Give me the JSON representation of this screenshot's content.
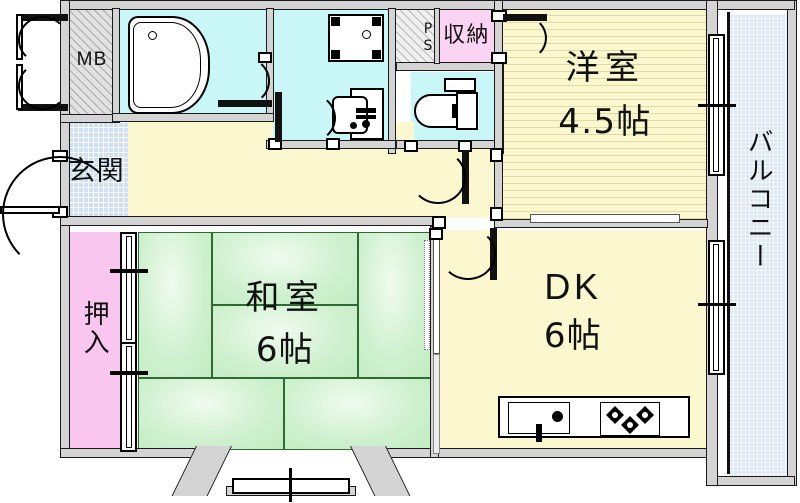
{
  "plan": {
    "type": "japanese-apartment-floor-plan",
    "layout_code": "2DK",
    "rooms": [
      {
        "key": "mb",
        "label": "MB",
        "kind": "meter-box"
      },
      {
        "key": "genkan",
        "label": "玄関",
        "kind": "entrance"
      },
      {
        "key": "bath",
        "label": "",
        "kind": "bathroom"
      },
      {
        "key": "washroom",
        "label": "",
        "kind": "washroom"
      },
      {
        "key": "toilet",
        "label": "",
        "kind": "toilet"
      },
      {
        "key": "ps",
        "label": "PS",
        "kind": "pipe-shaft"
      },
      {
        "key": "storage",
        "label": "収納",
        "kind": "closet"
      },
      {
        "key": "western",
        "label": "洋室",
        "size": "4.5帖",
        "kind": "western-room"
      },
      {
        "key": "dk",
        "label": "DK",
        "size": "6帖",
        "kind": "dining-kitchen"
      },
      {
        "key": "japanese",
        "label": "和室",
        "size": "6帖",
        "kind": "tatami-room"
      },
      {
        "key": "oshiire",
        "label": "押入",
        "kind": "closet"
      },
      {
        "key": "balcony",
        "label": "バルコニー",
        "kind": "balcony"
      }
    ],
    "labels": {
      "mb": "MB",
      "genkan": "玄関",
      "ps": "PS",
      "storage": "収納",
      "western_name": "洋室",
      "western_size": "4.5帖",
      "dk_name": "DK",
      "dk_size": "6帖",
      "japanese_name": "和室",
      "japanese_size": "6帖",
      "oshiire": "押入",
      "balcony": "バルコニー"
    },
    "fixtures": [
      {
        "name": "bathtub",
        "room": "bath"
      },
      {
        "name": "washing-machine-pan",
        "room": "washroom"
      },
      {
        "name": "vanity-sink",
        "room": "washroom"
      },
      {
        "name": "toilet-bowl",
        "room": "toilet"
      },
      {
        "name": "kitchen-sink",
        "room": "dk"
      },
      {
        "name": "gas-cooktop-3-burner",
        "room": "dk"
      },
      {
        "name": "bay-window",
        "room": "japanese"
      }
    ],
    "colors": {
      "bathroom": "#c9f6f7",
      "floor_yellow": "#fbf8cf",
      "tatami_green": "#cbf2cb",
      "closet_pink": "#f9c6ef",
      "entrance_blue": "#cfe0f5",
      "balcony_blue": "#dbe6f7",
      "wall_gray": "#d4d4d4",
      "outline": "#1a1a1a"
    },
    "tatami_count": 6
  }
}
